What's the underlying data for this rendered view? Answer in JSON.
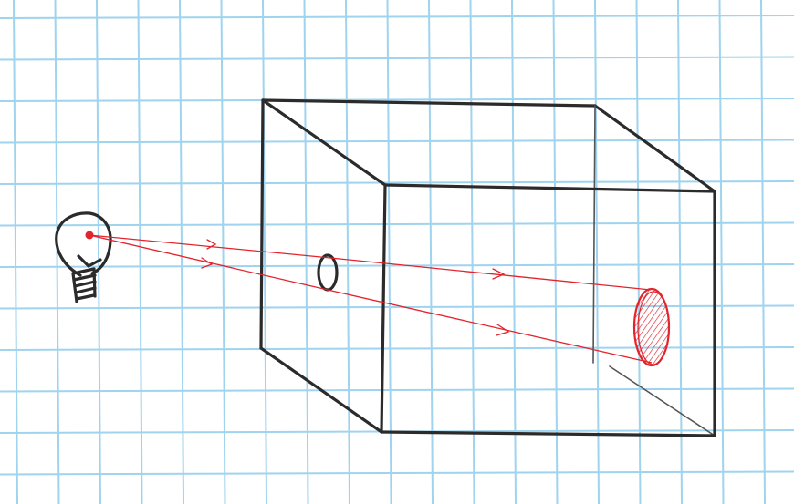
{
  "paper": {
    "background_color": "#ffffff",
    "grid_color": "#9fd3ee",
    "style": "blue-grid-graph-paper"
  },
  "colors": {
    "pencil": "#2b2b2b",
    "ray": "#e2242c",
    "light_source": "#e2242c",
    "image_hatch": "#e2242c"
  },
  "elements": {
    "light_bulb": "light-bulb-icon",
    "box": "box-outline",
    "aperture": "pinhole-aperture",
    "projected_image": "projected-spot",
    "rays": [
      "upper-ray",
      "lower-ray"
    ]
  }
}
